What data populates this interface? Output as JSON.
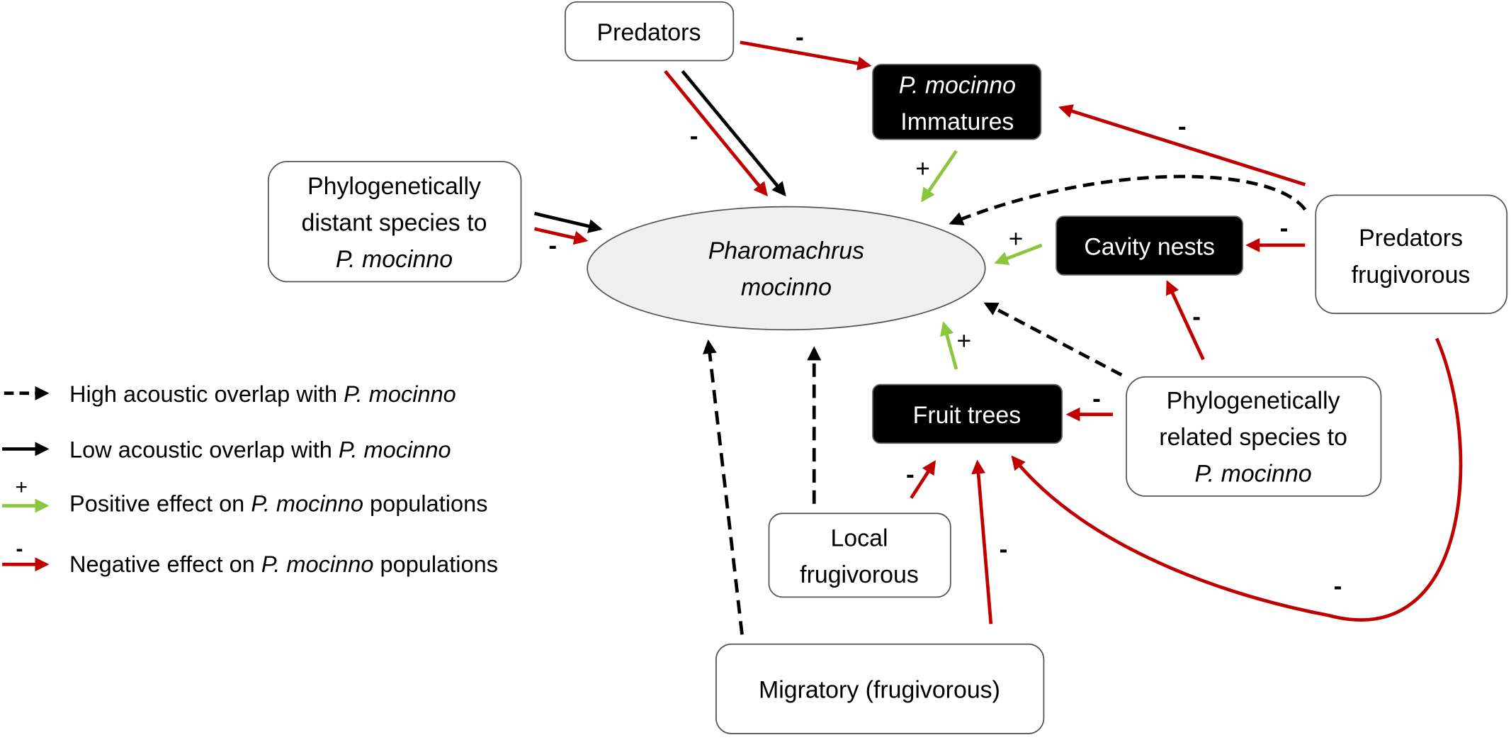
{
  "colors": {
    "negative": "#c00000",
    "positive": "#8cc63f",
    "acoustic": "#000000",
    "dark_node": "#000000",
    "focal_fill": "#f0f0f0"
  },
  "nodes": {
    "focal": {
      "line1": "Pharomachrus",
      "line2": "mocinno"
    },
    "predators": {
      "line1": "Predators"
    },
    "immatures": {
      "line1": "P. mocinno",
      "line2": "Immatures"
    },
    "distant": {
      "line1": "Phylogenetically",
      "line2": "distant species to",
      "line3": "P. mocinno"
    },
    "cavity": {
      "line1": "Cavity nests"
    },
    "pred_frug": {
      "line1": "Predators",
      "line2": "frugivorous"
    },
    "fruit": {
      "line1": "Fruit trees"
    },
    "related": {
      "line1": "Phylogenetically",
      "line2": "related species to",
      "line3": "P. mocinno"
    },
    "local": {
      "line1": "Local",
      "line2": "frugivorous"
    },
    "migratory": {
      "line1": "Migratory (frugivorous)"
    }
  },
  "edges": [
    {
      "from": "Predators",
      "to": "P. mocinno Immatures",
      "type": "negative",
      "sign": "-"
    },
    {
      "from": "Predators",
      "to": "Pharomachrus mocinno",
      "type": "negative",
      "sign": "-"
    },
    {
      "from": "Predators",
      "to": "Pharomachrus mocinno",
      "type": "low_acoustic"
    },
    {
      "from": "Phylogenetically distant species",
      "to": "Pharomachrus mocinno",
      "type": "low_acoustic"
    },
    {
      "from": "Phylogenetically distant species",
      "to": "Pharomachrus mocinno",
      "type": "negative",
      "sign": "-"
    },
    {
      "from": "P. mocinno Immatures",
      "to": "Pharomachrus mocinno",
      "type": "positive",
      "sign": "+"
    },
    {
      "from": "Predators frugivorous",
      "to": "P. mocinno Immatures",
      "type": "negative",
      "sign": "-"
    },
    {
      "from": "Predators frugivorous",
      "to": "Pharomachrus mocinno",
      "type": "high_acoustic"
    },
    {
      "from": "Predators frugivorous",
      "to": "Cavity nests",
      "type": "negative",
      "sign": "-"
    },
    {
      "from": "Cavity nests",
      "to": "Pharomachrus mocinno",
      "type": "positive",
      "sign": "+"
    },
    {
      "from": "Phylogenetically related species",
      "to": "Cavity nests",
      "type": "negative",
      "sign": "-"
    },
    {
      "from": "Phylogenetically related species",
      "to": "Pharomachrus mocinno",
      "type": "high_acoustic"
    },
    {
      "from": "Phylogenetically related species",
      "to": "Fruit trees",
      "type": "negative",
      "sign": "-"
    },
    {
      "from": "Fruit trees",
      "to": "Pharomachrus mocinno",
      "type": "positive",
      "sign": "+"
    },
    {
      "from": "Local frugivorous",
      "to": "Pharomachrus mocinno",
      "type": "high_acoustic"
    },
    {
      "from": "Local frugivorous",
      "to": "Fruit trees",
      "type": "negative",
      "sign": "-"
    },
    {
      "from": "Migratory (frugivorous)",
      "to": "Pharomachrus mocinno",
      "type": "high_acoustic"
    },
    {
      "from": "Migratory (frugivorous)",
      "to": "Fruit trees",
      "type": "negative",
      "sign": "-"
    },
    {
      "from": "Predators frugivorous",
      "to": "Fruit trees",
      "type": "negative",
      "sign": "-"
    }
  ],
  "signs": {
    "plus": "+",
    "minus": "-"
  },
  "legend": [
    {
      "type": "high_acoustic",
      "pre": "High acoustic overlap with ",
      "em": "P. mocinno",
      "post": ""
    },
    {
      "type": "low_acoustic",
      "pre": "Low acoustic overlap with ",
      "em": "P. mocinno",
      "post": ""
    },
    {
      "type": "positive",
      "sign": "+",
      "pre": "Positive effect on ",
      "em": "P. mocinno",
      "post": " populations"
    },
    {
      "type": "negative",
      "sign": "-",
      "pre": "Negative effect on ",
      "em": "P. mocinno",
      "post": " populations"
    }
  ]
}
